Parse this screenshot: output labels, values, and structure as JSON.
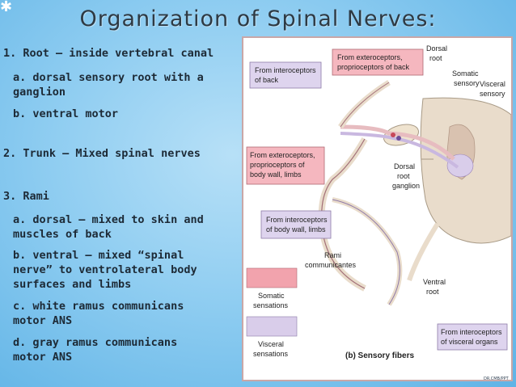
{
  "slide": {
    "title": "Organization of Spinal Nerves:",
    "credit": "DR.CMB/PPT",
    "outline": {
      "l1": "1. Root – inside vertebral canal",
      "l1a_1": "a. dorsal sensory root with a",
      "l1a_2": "ganglion",
      "l1b": "b. ventral motor",
      "l2": "2. Trunk – Mixed spinal nerves",
      "l3": "3. Rami",
      "l3a_1": "a. dorsal – mixed to skin and",
      "l3a_2": "muscles of back",
      "l3b_1": "b. ventral – mixed  “spinal",
      "l3b_2": "nerve” to ventrolateral body",
      "l3b_3": "surfaces and limbs",
      "l3c_1": "c. white ramus communicans",
      "l3c_2": "motor ANS",
      "l3d_1": "d. gray ramus communicans",
      "l3d_2": "motor ANS"
    }
  },
  "figure": {
    "box_interoceptors_back_1": "From interoceptors",
    "box_interoceptors_back_2": "of back",
    "box_extero_back_1": "From exteroceptors,",
    "box_extero_back_2": "proprioceptors of back",
    "box_extero_body_1": "From exteroceptors,",
    "box_extero_body_2": "proprioceptors of",
    "box_extero_body_3": "body wall, limbs",
    "box_intero_body_1": "From interoceptors",
    "box_intero_body_2": "of body wall, limbs",
    "dorsal_root_1": "Dorsal",
    "dorsal_root_2": "root",
    "somatic_sensory_1": "Somatic",
    "somatic_sensory_2": "sensory",
    "visceral_sensory_1": "Visceral",
    "visceral_sensory_2": "sensory",
    "drg_1": "Dorsal",
    "drg_2": "root",
    "drg_3": "ganglion",
    "rami_1": "Rami",
    "rami_2": "communicantes",
    "ventral_root_1": "Ventral",
    "ventral_root_2": "root",
    "legend_somatic_1": "Somatic",
    "legend_somatic_2": "sensations",
    "legend_visceral_1": "Visceral",
    "legend_visceral_2": "sensations",
    "caption": "(b) Sensory fibers",
    "box_visceral_organs_1": "From interoceptors",
    "box_visceral_organs_2": "of visceral organs",
    "colors": {
      "somatic": "#f2a3ad",
      "visceral": "#d9cdea",
      "cord": "#e9dccb"
    }
  }
}
